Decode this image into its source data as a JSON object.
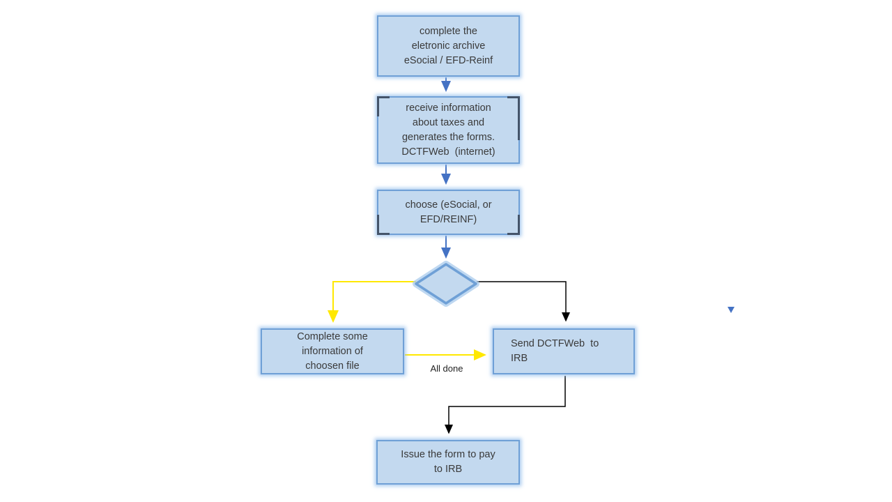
{
  "diagram": {
    "nodes": {
      "complete_archive": {
        "text": "complete the\neletronic archive\neSocial / EFD-Reinf"
      },
      "receive_information": {
        "text": "receive information\nabout taxes and\ngenerates the forms.\nDCTFWeb  (internet)"
      },
      "choose_source": {
        "text": "choose (eSocial, or\nEFD/REINF)"
      },
      "decision": {
        "text": ""
      },
      "complete_information": {
        "text": "Complete some\ninformation of\nchoosen file"
      },
      "send_dctfweb": {
        "text": "Send DCTFWeb  to\nIRB"
      },
      "issue_form": {
        "text": "Issue the form to pay\nto IRB"
      }
    },
    "edge_labels": {
      "all_done": "All done"
    },
    "colors": {
      "node_fill": "#C3D9EF",
      "node_border": "#6FA0D6",
      "node_glow": "#A9CBEC",
      "corner_accent": "#44546A",
      "connector_blue": "#4472C4",
      "connector_yellow": "#FFE800",
      "connector_black": "#000000",
      "text": "#3A3A3A",
      "background": "#FFFFFF"
    }
  }
}
